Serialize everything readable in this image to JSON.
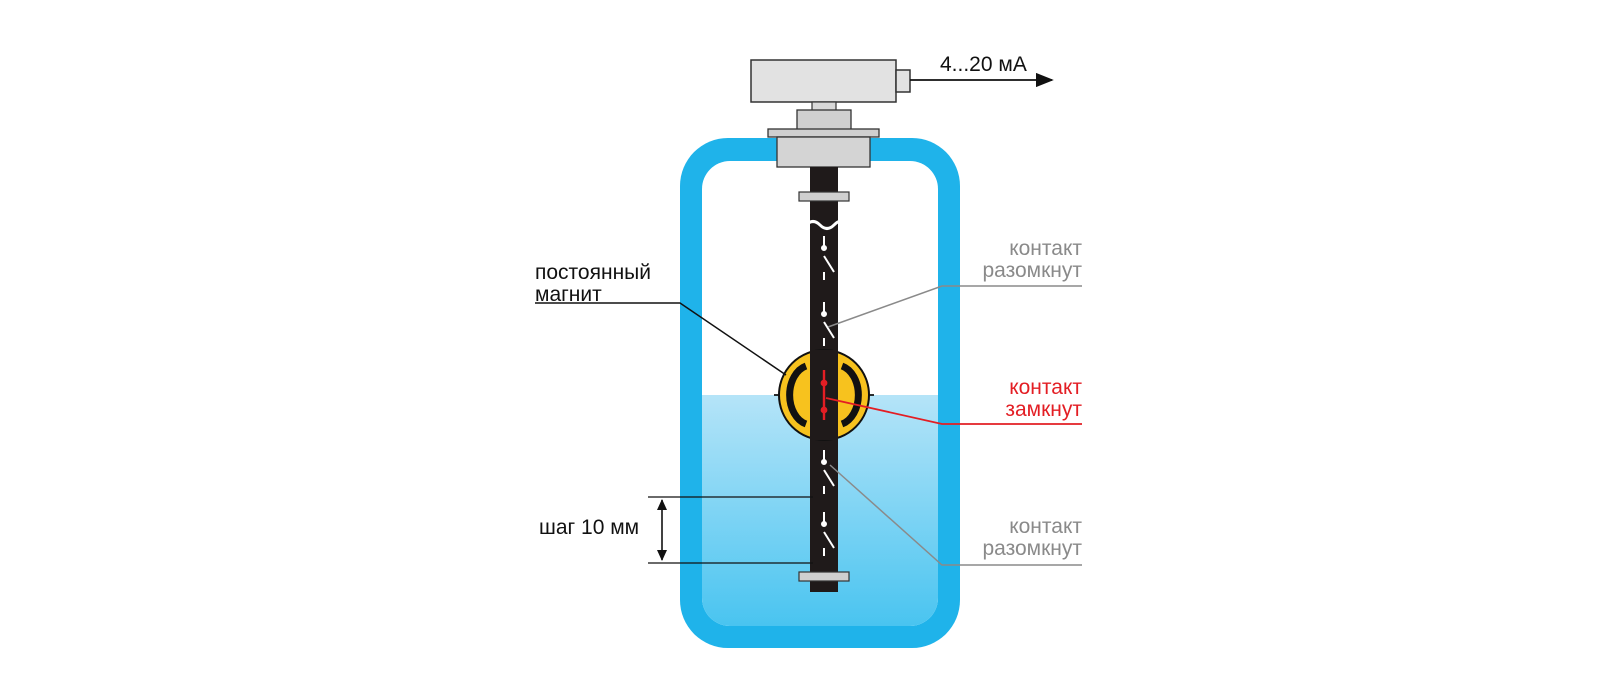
{
  "signal_output": "4...20 мА",
  "labels": {
    "magnet_line1": "постоянный",
    "magnet_line2": "магнит",
    "step": "шаг 10 мм",
    "contact_open_top_line1": "контакт",
    "contact_open_top_line2": "разомкнут",
    "contact_closed_line1": "контакт",
    "contact_closed_line2": "замкнут",
    "contact_open_bottom_line1": "контакт",
    "contact_open_bottom_line2": "разомкнут"
  },
  "colors": {
    "tank_wall": "#1fb3ea",
    "liquid_top": "#b5e4f8",
    "liquid_bottom": "#45c3f0",
    "float_body": "#f7c21e",
    "rod": "#1f1a1a",
    "open_contact_text": "#8a8a8a",
    "closed_contact_text": "#e31e24",
    "housing": "#e2e2e2"
  }
}
